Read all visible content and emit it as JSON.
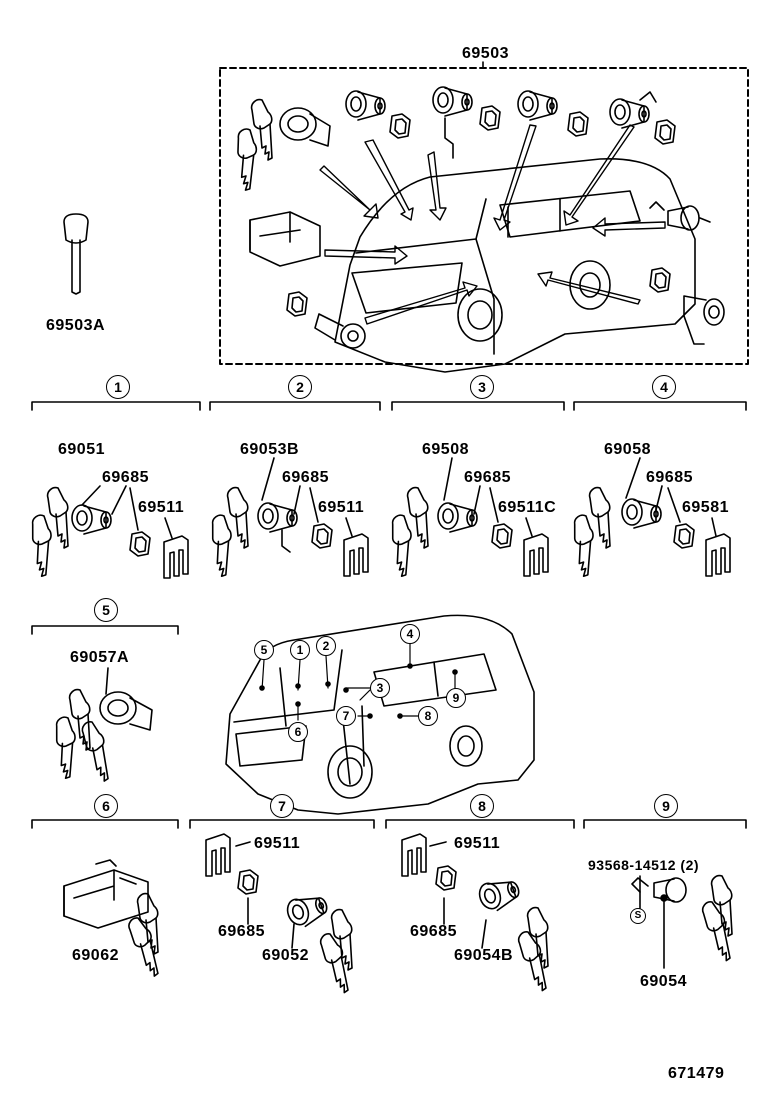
{
  "assembly": {
    "main": "69503",
    "key_blank": "69503A"
  },
  "groups": [
    {
      "id": "1",
      "labels": {
        "cylinder": "69051",
        "gasket": "69685",
        "clip": "69511"
      }
    },
    {
      "id": "2",
      "labels": {
        "cylinder": "69053B",
        "gasket": "69685",
        "clip": "69511"
      }
    },
    {
      "id": "3",
      "labels": {
        "cylinder": "69508",
        "gasket": "69685",
        "clip": "69511C"
      }
    },
    {
      "id": "4",
      "labels": {
        "cylinder": "69058",
        "gasket": "69685",
        "clip": "69581"
      }
    },
    {
      "id": "5",
      "labels": {
        "cylinder": "69057A"
      }
    },
    {
      "id": "6",
      "labels": {
        "cylinder": "69062"
      }
    },
    {
      "id": "7",
      "labels": {
        "clip": "69511",
        "gasket": "69685",
        "cylinder": "69052"
      }
    },
    {
      "id": "8",
      "labels": {
        "clip": "69511",
        "gasket": "69685",
        "cylinder": "69054B"
      }
    },
    {
      "id": "9",
      "labels": {
        "screw": "93568-14512 (2)",
        "cylinder": "69054",
        "s_mark": "S"
      }
    }
  ],
  "van_callouts": [
    "5",
    "1",
    "2",
    "4",
    "3",
    "9",
    "7",
    "8",
    "6"
  ],
  "figure_number": "671479"
}
